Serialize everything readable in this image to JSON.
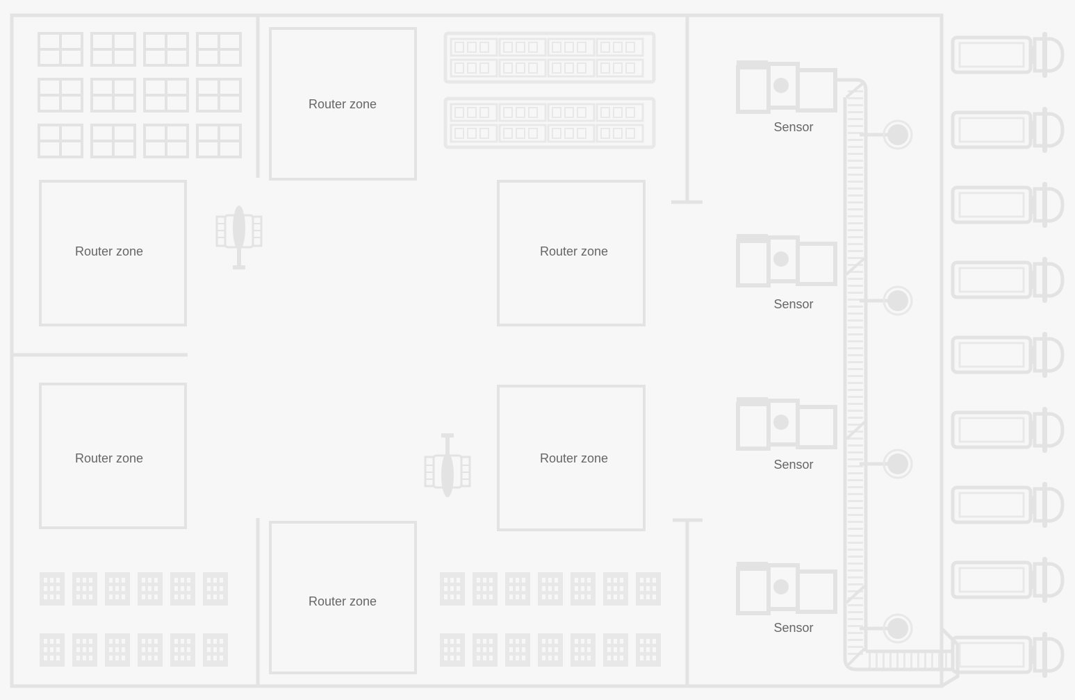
{
  "colors": {
    "background": "#f7f7f7",
    "outline": "#e3e3e3",
    "label": "#666666",
    "machine_fill": "#e3e3e3"
  },
  "router_zones": [
    {
      "id": "rz-top-center",
      "label": "Router zone"
    },
    {
      "id": "rz-mid-left",
      "label": "Router zone"
    },
    {
      "id": "rz-mid-right",
      "label": "Router zone"
    },
    {
      "id": "rz-lower-left",
      "label": "Router zone"
    },
    {
      "id": "rz-lower-right",
      "label": "Router zone"
    },
    {
      "id": "rz-bottom-center",
      "label": "Router zone"
    }
  ],
  "sensors": [
    {
      "id": "sensor-1",
      "label": "Sensor"
    },
    {
      "id": "sensor-2",
      "label": "Sensor"
    },
    {
      "id": "sensor-3",
      "label": "Sensor"
    },
    {
      "id": "sensor-4",
      "label": "Sensor"
    }
  ],
  "icons": {
    "shelf": "shelf-unit-icon",
    "rack": "server-rack-icon",
    "bin": "storage-bin-icon",
    "forklift": "forklift-icon",
    "truck": "truck-icon",
    "sensor_station": "sensor-station-icon",
    "robot_arm": "robot-arm-icon",
    "conveyor": "conveyor-icon"
  },
  "counts": {
    "trucks": 9,
    "shelf_units": 12,
    "bins_per_row": 13
  }
}
